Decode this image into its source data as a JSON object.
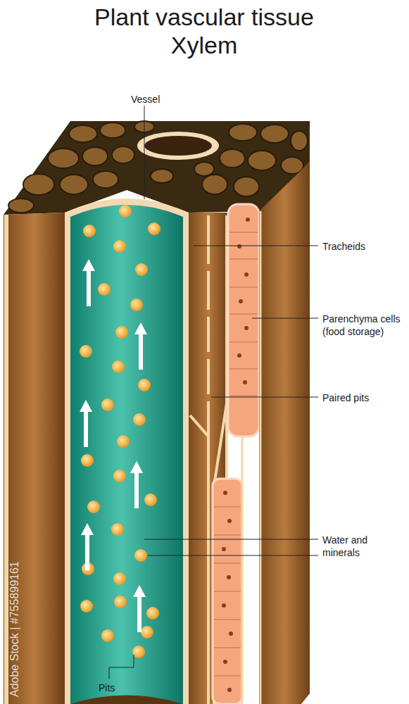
{
  "diagram": {
    "title": "Plant vascular tissue Xylem",
    "labels": [
      "Vessel",
      "Tracheids",
      "Parenchyma cells (food storage)",
      "Paired pits",
      "Water and minerals",
      "Pits",
      "Adobe Stock | #755899161"
    ]
  }
}
